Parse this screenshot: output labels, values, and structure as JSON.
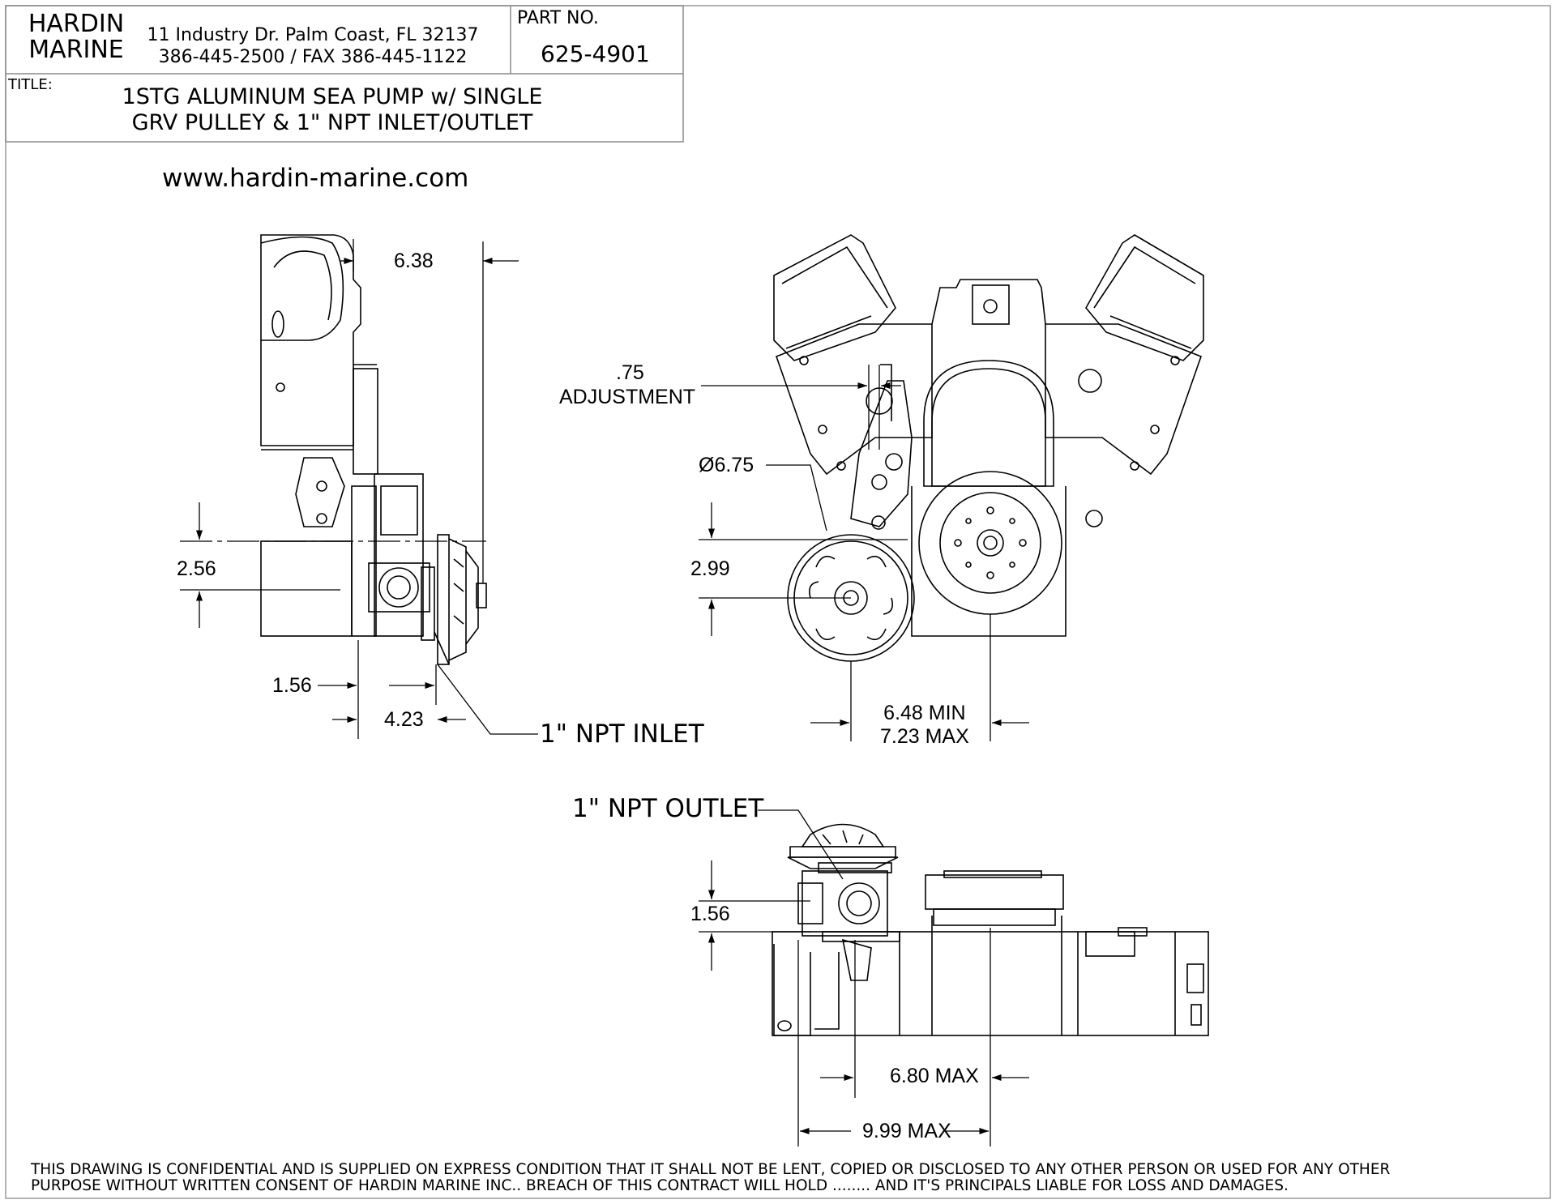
{
  "title_block": {
    "company_line1": "HARDIN",
    "company_line2": "MARINE",
    "address_line1": "11 Industry Dr. Palm Coast, FL 32137",
    "address_line2": "386-445-2500 / FAX 386-445-1122",
    "part_no_label": "PART NO.",
    "part_no": "625-4901",
    "title_label": "TITLE:",
    "title_line1": "1STG ALUMINUM SEA PUMP w/ SINGLE",
    "title_line2": "GRV PULLEY & 1\" NPT INLET/OUTLET"
  },
  "website": "www.hardin-marine.com",
  "side_view": {
    "dim_top": "6.38",
    "dim_height": "2.56",
    "dim_offset": "1.56",
    "dim_depth": "4.23",
    "inlet_label": "1\" NPT INLET"
  },
  "front_view": {
    "adjustment_value": ".75",
    "adjustment_label": "ADJUSTMENT",
    "pulley_diameter": "Ø6.75",
    "dim_height": "2.99",
    "dim_width_min": "6.48 MIN",
    "dim_width_max": "7.23 MAX"
  },
  "top_view": {
    "outlet_label": "1\" NPT OUTLET",
    "dim_height": "1.56",
    "dim_width_1": "6.80 MAX",
    "dim_width_2": "9.99 MAX"
  },
  "footer": {
    "line1": "THIS DRAWING IS CONFIDENTIAL AND IS SUPPLIED ON EXPRESS CONDITION THAT IT SHALL NOT BE LENT, COPIED OR DISCLOSED TO ANY OTHER PERSON OR USED FOR ANY OTHER",
    "line2": "PURPOSE WITHOUT WRITTEN  CONSENT OF HARDIN MARINE INC.. BREACH OF THIS CONTRACT WILL HOLD ........ AND IT'S PRINCIPALS LIABLE FOR LOSS AND DAMAGES."
  }
}
